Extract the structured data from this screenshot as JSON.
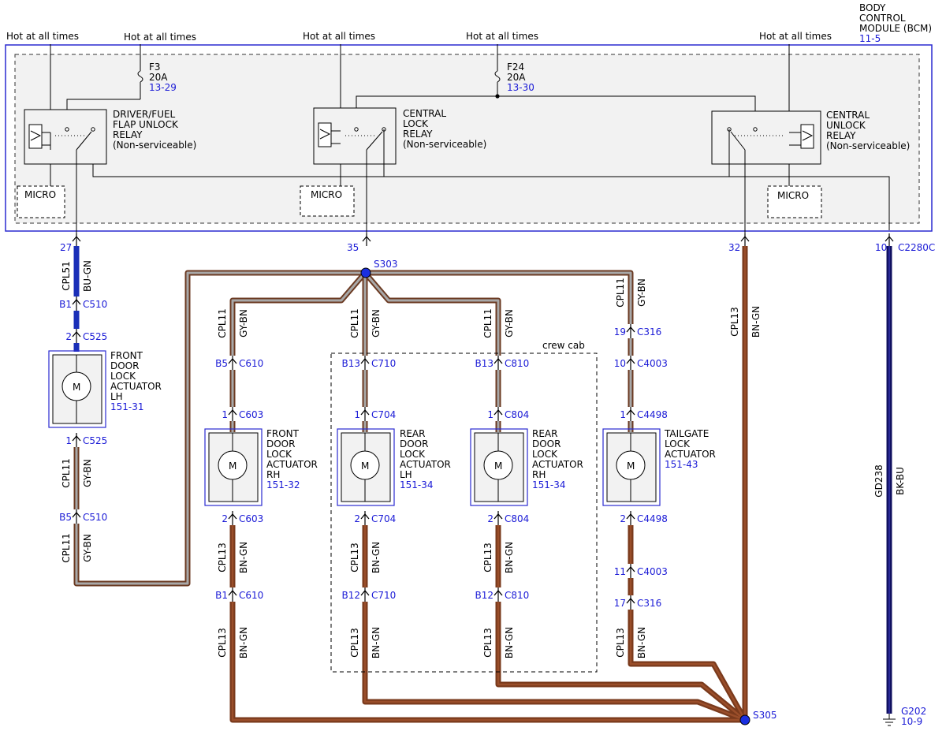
{
  "module": {
    "name_lines": [
      "BODY",
      "CONTROL",
      "MODULE (BCM)"
    ],
    "ref": "11-5"
  },
  "hot_labels": [
    "Hot at all times",
    "Hot at all times",
    "Hot at all times",
    "Hot at all times",
    "Hot at all times"
  ],
  "fuses": [
    {
      "name": "F3",
      "rating": "20A",
      "ref": "13-29"
    },
    {
      "name": "F24",
      "rating": "20A",
      "ref": "13-30"
    }
  ],
  "relays": [
    {
      "lines": [
        "DRIVER/FUEL",
        "FLAP UNLOCK",
        "RELAY",
        "(Non-serviceable)"
      ]
    },
    {
      "lines": [
        "CENTRAL",
        "LOCK",
        "RELAY",
        "(Non-serviceable)"
      ]
    },
    {
      "lines": [
        "CENTRAL",
        "UNLOCK",
        "RELAY",
        "(Non-serviceable)"
      ]
    }
  ],
  "micro_label": "MICRO",
  "bcm_pins": [
    {
      "pin": "27"
    },
    {
      "pin": "35"
    },
    {
      "pin": "32"
    },
    {
      "pin": "10",
      "connector": "C2280C"
    }
  ],
  "splices": {
    "s303": "S303",
    "s305": "S305"
  },
  "crew_cab": "crew cab",
  "ground": {
    "name": "G202",
    "ref": "10-9"
  },
  "actuators": [
    {
      "lines": [
        "FRONT",
        "DOOR",
        "LOCK",
        "ACTUATOR",
        "LH"
      ],
      "ref": "151-31"
    },
    {
      "lines": [
        "FRONT",
        "DOOR",
        "LOCK",
        "ACTUATOR",
        "RH"
      ],
      "ref": "151-32"
    },
    {
      "lines": [
        "REAR",
        "DOOR",
        "LOCK",
        "ACTUATOR",
        "LH"
      ],
      "ref": "151-34"
    },
    {
      "lines": [
        "REAR",
        "DOOR",
        "LOCK",
        "ACTUATOR",
        "RH"
      ],
      "ref": "151-34"
    },
    {
      "lines": [
        "TAILGATE",
        "LOCK",
        "ACTUATOR"
      ],
      "ref": "151-43"
    }
  ],
  "motor_symbol": "M",
  "connectors": {
    "lh_top1": {
      "pin": "B1",
      "conn": "C510"
    },
    "lh_top2": {
      "pin": "2",
      "conn": "C525"
    },
    "lh_bot1": {
      "pin": "1",
      "conn": "C525"
    },
    "lh_bot2": {
      "pin": "B5",
      "conn": "C510"
    },
    "rh_top1": {
      "pin": "B5",
      "conn": "C610"
    },
    "rh_top2": {
      "pin": "1",
      "conn": "C603"
    },
    "rh_bot1": {
      "pin": "2",
      "conn": "C603"
    },
    "rh_bot2": {
      "pin": "B1",
      "conn": "C610"
    },
    "rl_top1": {
      "pin": "B13",
      "conn": "C710"
    },
    "rl_top2": {
      "pin": "1",
      "conn": "C704"
    },
    "rl_bot1": {
      "pin": "2",
      "conn": "C704"
    },
    "rl_bot2": {
      "pin": "B12",
      "conn": "C710"
    },
    "rr_top1": {
      "pin": "B13",
      "conn": "C810"
    },
    "rr_top2": {
      "pin": "1",
      "conn": "C804"
    },
    "rr_bot1": {
      "pin": "2",
      "conn": "C804"
    },
    "rr_bot2": {
      "pin": "B12",
      "conn": "C810"
    },
    "tg_top1": {
      "pin": "19",
      "conn": "C316"
    },
    "tg_top2": {
      "pin": "10",
      "conn": "C4003"
    },
    "tg_top3": {
      "pin": "1",
      "conn": "C4498"
    },
    "tg_bot1": {
      "pin": "2",
      "conn": "C4498"
    },
    "tg_bot2": {
      "pin": "11",
      "conn": "C4003"
    },
    "tg_bot3": {
      "pin": "17",
      "conn": "C316"
    }
  },
  "wires": {
    "cpl51": {
      "circuit": "CPL51",
      "color": "BU-GN"
    },
    "cpl11": {
      "circuit": "CPL11",
      "color": "GY-BN"
    },
    "cpl13": {
      "circuit": "CPL13",
      "color": "BN-GN"
    },
    "gd238": {
      "circuit": "GD238",
      "color": "BK-BU"
    }
  },
  "colors": {
    "brown": "#7a3a1c",
    "brown_light": "#a0522d",
    "gray_brown_outer": "#7a3a1c",
    "gray_brown_inner": "#a9a9a9",
    "blue_wire": "#1a2fb8",
    "ground_wire": "#101060",
    "module_border": "#2a2ad0",
    "label_blue": "#1a1ad6"
  }
}
